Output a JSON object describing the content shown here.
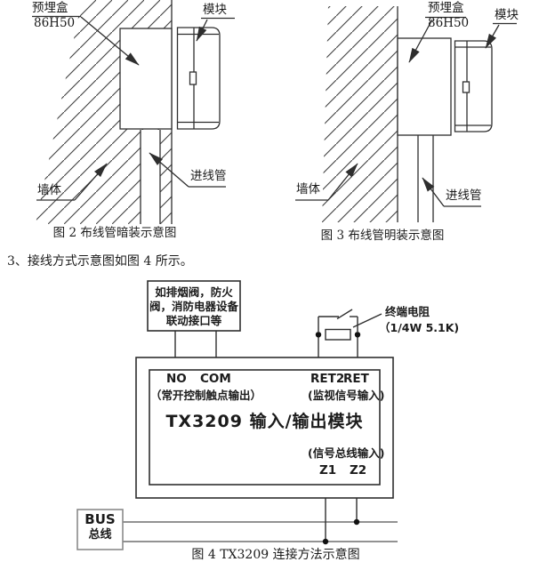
{
  "figure2": {
    "labels": {
      "embedded_box": "预埋盒",
      "embedded_box_model": "86H50",
      "module": "模块",
      "wall": "墙体",
      "conduit": "进线管"
    },
    "caption": "图 2  布线管暗装示意图"
  },
  "figure3": {
    "labels": {
      "embedded_box": "预埋盒",
      "embedded_box_model": "86H50",
      "module": "模块",
      "wall": "墙体",
      "conduit": "进线管"
    },
    "caption": "图 3  布线管明装示意图"
  },
  "body_text": "3、接线方式示意图如图 4 所示。",
  "figure4": {
    "interlock_box": {
      "line1": "如排烟阀，防火",
      "line2": "阀，消防电器设备",
      "line3": "联动接口等"
    },
    "terminal_resistor": {
      "name": "终端电阻",
      "spec": "（1/4W 5.1K)"
    },
    "module": {
      "no": "NO",
      "com": "COM",
      "ret2": "RET2",
      "ret": "RET",
      "output_note": "（常开控制触点输出）",
      "monitor_note": "(监视信号输入)",
      "title": "TX3209 输入/输出模块",
      "signal_note": "(信号总线输入)",
      "z1": "Z1",
      "z2": "Z2"
    },
    "bus": {
      "name": "BUS",
      "label": "总线"
    },
    "caption": "图 4 TX3209 连接方法示意图"
  },
  "colors": {
    "line": "#2e2e2e",
    "bus_line": "#6e6e6e",
    "hatch": "#3f3f3f",
    "text": "#1b1b1b"
  }
}
